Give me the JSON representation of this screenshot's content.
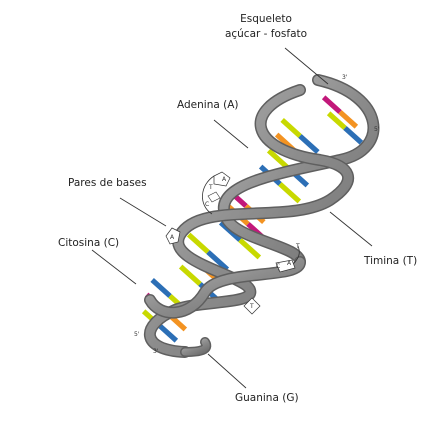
{
  "labels": {
    "backbone_line1": "Esqueleto",
    "backbone_line2": "açúcar - fosfato",
    "adenine": "Adenina (A)",
    "base_pairs": "Pares de bases",
    "cytosine": "Citosina (C)",
    "thymine": "Timina (T)",
    "guanine": "Guanina (G)"
  },
  "strand_ends": {
    "top_three": "3'",
    "top_five": "5'",
    "bottom_five": "5'",
    "bottom_three": "3'"
  },
  "base_letters": {
    "pair_top_a": "A",
    "pair_top_t": "T",
    "pair_top_c": "C",
    "pair_mid_t": "T",
    "pair_mid_c": "C",
    "pair_mid_a": "A",
    "loose_a": "A",
    "loose_t": "T"
  },
  "colors": {
    "adenine": "#c8d900",
    "thymine": "#2c6fb6",
    "cytosine": "#f39322",
    "guanine": "#c2187a",
    "backbone": "#8a8a8a"
  }
}
